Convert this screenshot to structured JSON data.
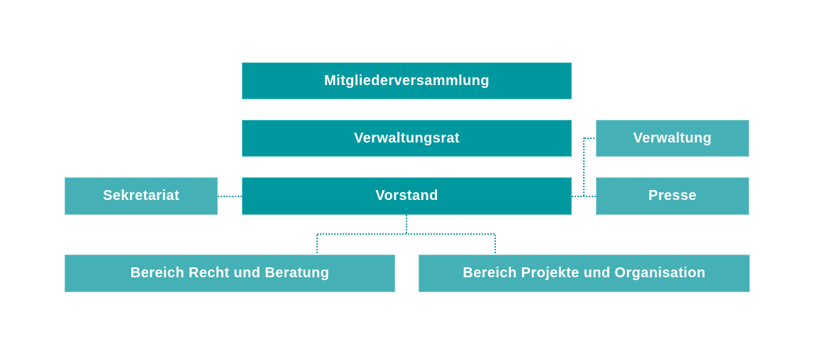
{
  "diagram": {
    "type": "org-chart",
    "background": "#ffffff",
    "colors": {
      "node_dark": "#00989f",
      "node_light": "#45b1b6",
      "connector_dots": "#0f9ba4",
      "label_text": "#ffffff"
    },
    "nodes": [
      {
        "id": "mitgliederversammlung",
        "label": "Mitgliederversammlung",
        "variant": "dark",
        "level": 1
      },
      {
        "id": "verwaltungsrat",
        "label": "Verwaltungsrat",
        "variant": "dark",
        "level": 2
      },
      {
        "id": "vorstand",
        "label": "Vorstand",
        "variant": "dark",
        "level": 3
      },
      {
        "id": "sekretariat",
        "label": "Sekretariat",
        "variant": "light",
        "level": 3
      },
      {
        "id": "verwaltung",
        "label": "Verwaltung",
        "variant": "light",
        "level": 2
      },
      {
        "id": "presse",
        "label": "Presse",
        "variant": "light",
        "level": 3
      },
      {
        "id": "bereich_recht",
        "label": "Bereich Recht und Beratung",
        "variant": "light",
        "level": 4
      },
      {
        "id": "bereich_projekte",
        "label": "Bereich Projekte und Organisation",
        "variant": "light",
        "level": 4
      }
    ],
    "edges": [
      {
        "from": "sekretariat",
        "to": "vorstand",
        "style": "dotted"
      },
      {
        "from": "vorstand",
        "to": "presse",
        "style": "dotted"
      },
      {
        "from": "vorstand",
        "to": "verwaltung",
        "style": "dotted"
      },
      {
        "from": "vorstand",
        "to": "bereich_recht",
        "style": "dotted"
      },
      {
        "from": "vorstand",
        "to": "bereich_projekte",
        "style": "dotted"
      }
    ]
  }
}
